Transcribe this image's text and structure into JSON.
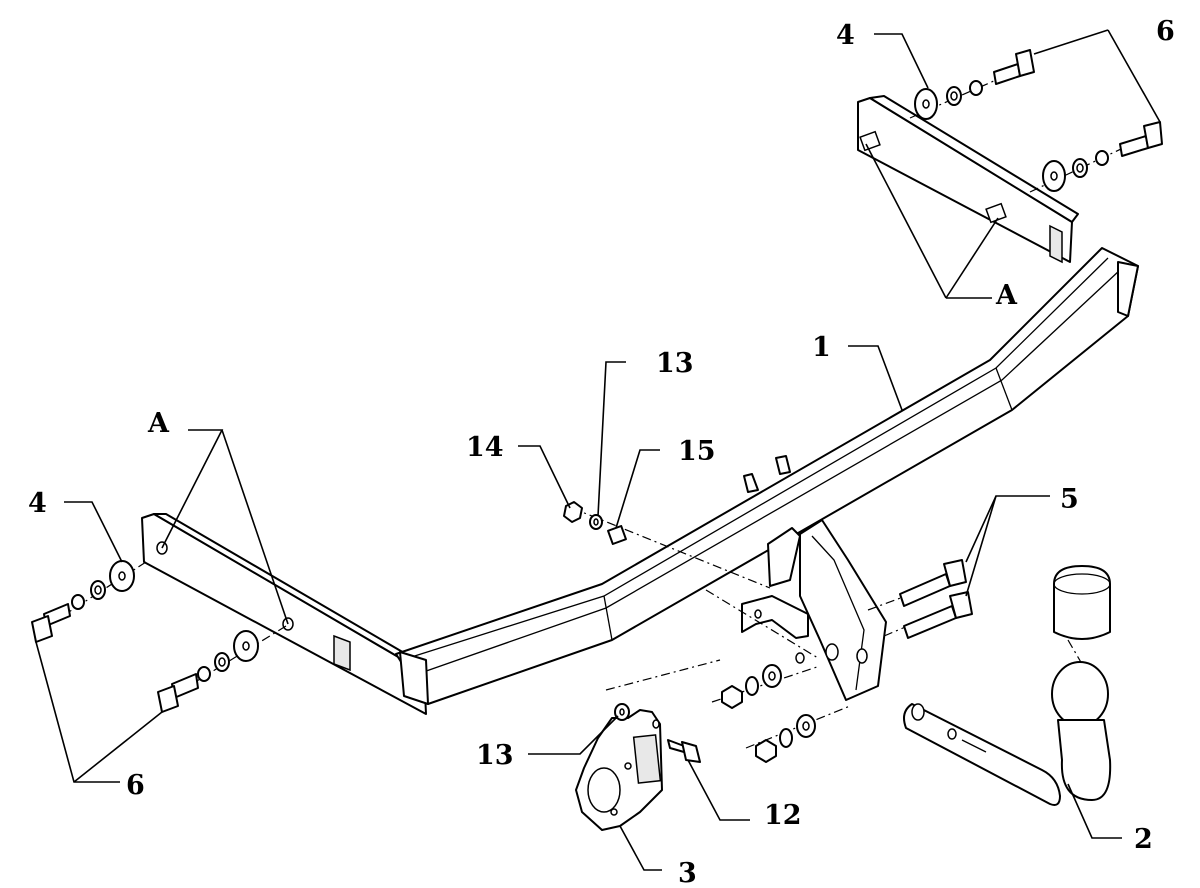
{
  "labels": {
    "beam": "1",
    "tow_ball": "2",
    "socket_plate": "3",
    "washer_left": "4",
    "washer_right": "4",
    "bolts_ball": "5",
    "bolts_left": "6",
    "bolts_right": "6",
    "bolt_12": "12",
    "washer_13_top": "13",
    "washer_13_bottom": "13",
    "nut_14": "14",
    "spring_15": "15",
    "point_a_left": "A",
    "point_a_right": "A"
  }
}
